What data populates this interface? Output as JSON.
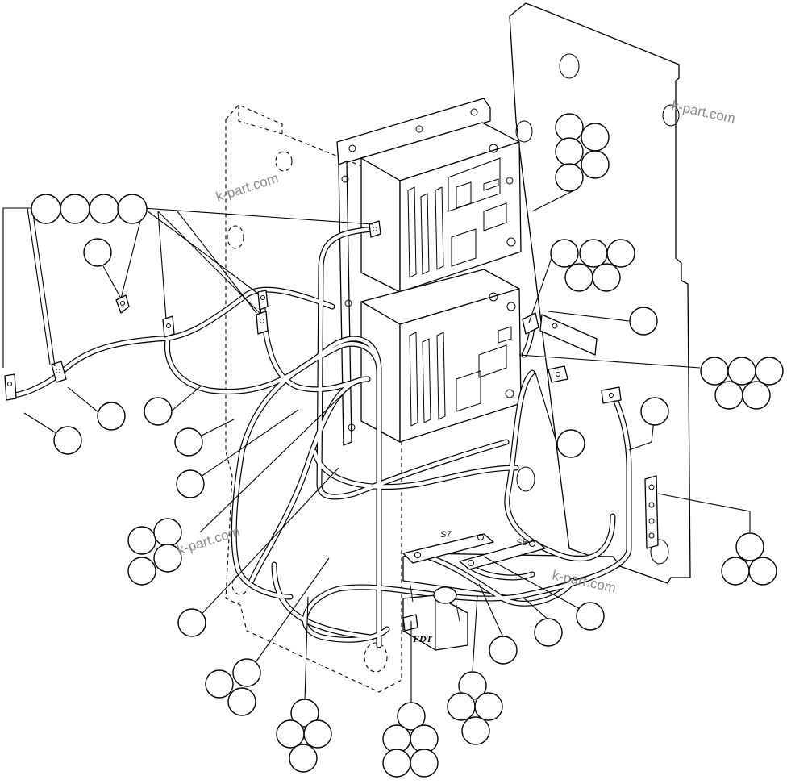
{
  "watermarks": [
    "k-part.com",
    "k-part.com",
    "k-part.com",
    "k-part.com"
  ],
  "labels": {
    "terminal_s7": "S7",
    "terminal_s8": "S8",
    "fdt_block": "FDT"
  }
}
